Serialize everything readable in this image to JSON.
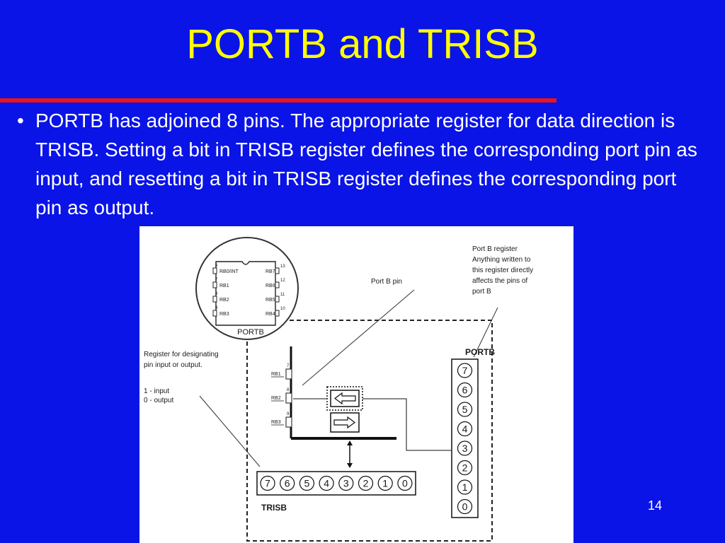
{
  "slide": {
    "title": "PORTB and TRISB",
    "bullet_marker": "•",
    "bullet": "PORTB has adjoined 8 pins. The appropriate register for data direction is TRISB. Setting a bit in TRISB register defines the corresponding port pin as input, and resetting a bit in TRISB register defines the corresponding port pin as output.",
    "page_number": "14"
  },
  "diagram": {
    "chip": {
      "label": "PORTB",
      "left_pins": [
        {
          "num": "6",
          "name": "RB0/INT"
        },
        {
          "num": "7",
          "name": "RB1"
        },
        {
          "num": "8",
          "name": "RB2"
        },
        {
          "num": "9",
          "name": "RB3"
        }
      ],
      "right_pins": [
        {
          "num": "13",
          "name": "RB7"
        },
        {
          "num": "12",
          "name": "RB6"
        },
        {
          "num": "11",
          "name": "RB5"
        },
        {
          "num": "10",
          "name": "RB4"
        }
      ]
    },
    "port_b_pin_label": "Port B pin",
    "port_b_register_note": [
      "Port B register",
      "Anything written to",
      "this register directly",
      "affects the pins of",
      "port B"
    ],
    "trisb_note": [
      "Register for designating",
      "pin input or output."
    ],
    "legend": [
      "1 - input",
      "0 - output"
    ],
    "pins": [
      {
        "num": "7",
        "name": "RB1"
      },
      {
        "num": "8",
        "name": "RB2"
      },
      {
        "num": "9",
        "name": "RB3"
      }
    ],
    "portb_register": {
      "label": "PORTB",
      "bits": [
        "7",
        "6",
        "5",
        "4",
        "3",
        "2",
        "1",
        "0"
      ]
    },
    "trisb_register": {
      "label": "TRISB",
      "bits": [
        "7",
        "6",
        "5",
        "4",
        "3",
        "2",
        "1",
        "0"
      ]
    }
  }
}
